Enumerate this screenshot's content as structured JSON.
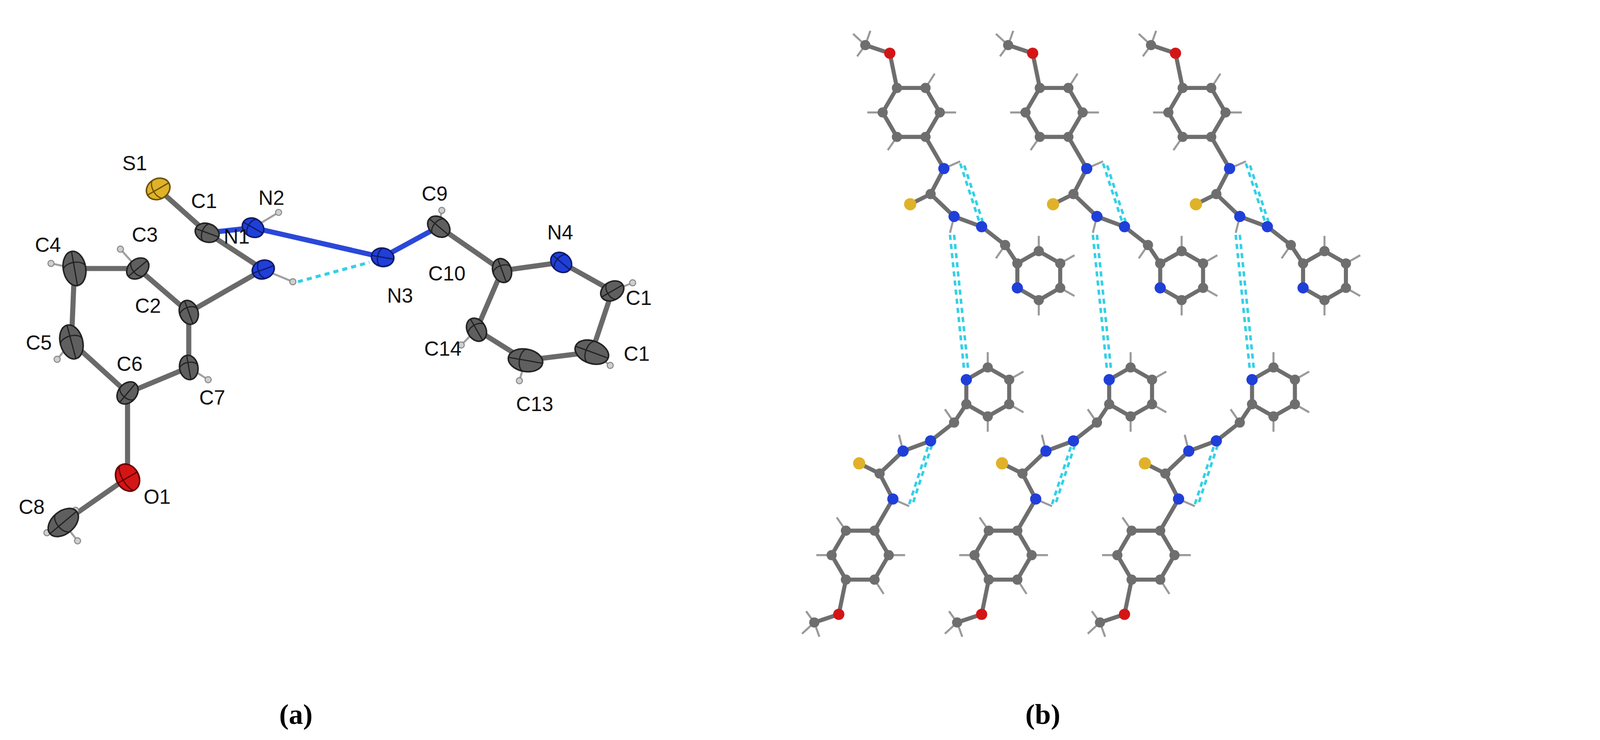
{
  "diagram": {
    "labels": [
      "S1",
      "N2",
      "C1",
      "N1",
      "C3",
      "C4",
      "C5",
      "C2",
      "C9",
      "N3",
      "C10",
      "N4",
      "C1",
      "C14",
      "C7",
      "C6",
      "C13",
      "C1",
      "O1",
      "C8",
      "(a)",
      "(b)"
    ]
  }
}
